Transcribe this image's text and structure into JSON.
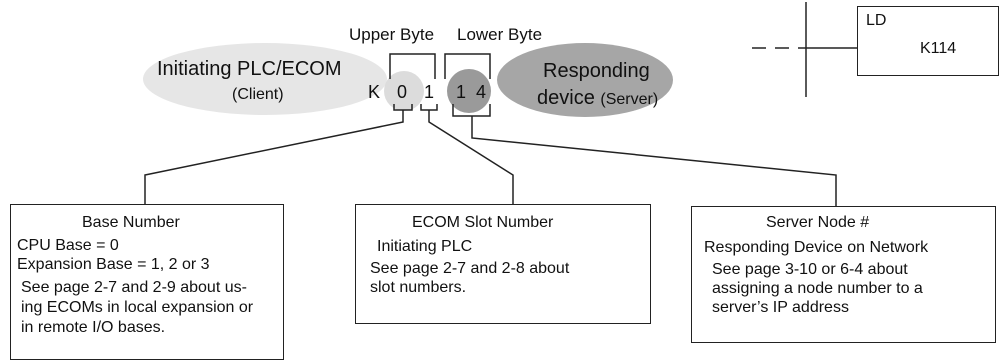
{
  "byte_labels": {
    "upper": "Upper Byte",
    "lower": "Lower Byte"
  },
  "client": {
    "line1": "Initiating PLC/ECOM",
    "line2": "(Client)"
  },
  "server": {
    "line1": "Responding",
    "line2": "device",
    "line2_suffix": "(Server)"
  },
  "kvalue": {
    "prefix": "K",
    "digits": [
      "0",
      "1",
      "1",
      "4"
    ]
  },
  "ld_box": {
    "instruction": "LD",
    "operand": "K114"
  },
  "boxes": {
    "base": {
      "title": "Base Number",
      "lines": [
        "CPU Base = 0",
        "Expansion Base = 1, 2 or 3",
        "See page 2-7 and 2‑9 about us-",
        "ing ECOMs in local expansion or",
        "in remote I/O bases."
      ]
    },
    "slot": {
      "title": "ECOM Slot Number",
      "lines": [
        "Initiating PLC",
        "See page 2-7 and 2-8 about",
        "slot numbers."
      ]
    },
    "node": {
      "title": "Server Node #",
      "lines": [
        "Responding Device on Network",
        "See page 3‑10 or 6‑4 about",
        "assigning a node number to a",
        "server’s IP address"
      ]
    }
  },
  "colors": {
    "client_ellipse": "#e6e6e6",
    "server_ellipse": "#a6a6a6",
    "digit_light": "#dcdcdc",
    "digit_dark": "#9a9a9a",
    "stroke": "#222222"
  }
}
